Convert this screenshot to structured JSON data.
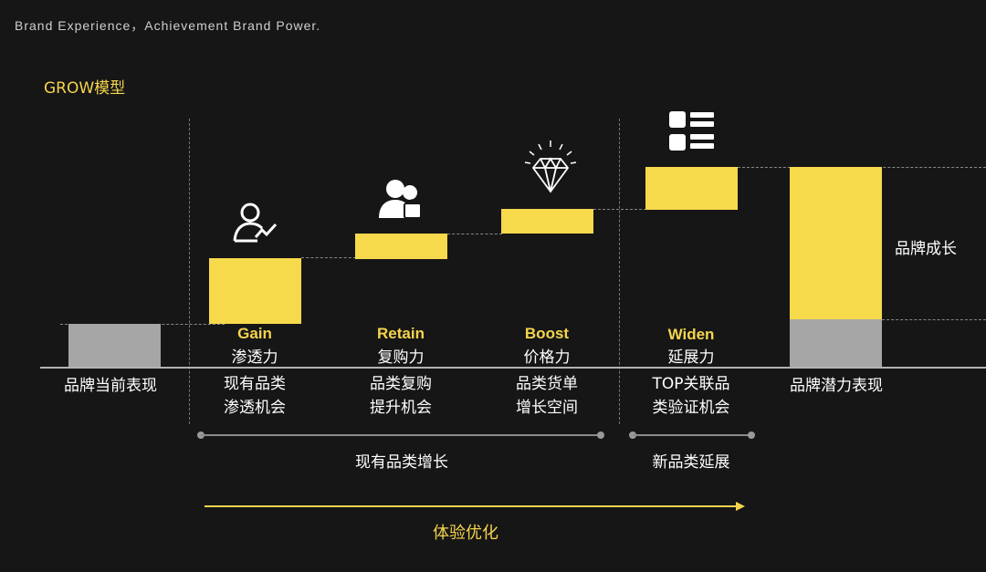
{
  "header": {
    "tagline": "Brand Experience，Achievement Brand Power.",
    "model_title": "GROW模型"
  },
  "stages": [
    {
      "en": "Gain",
      "cn": "渗透力",
      "desc": [
        "现有品类",
        "渗透机会"
      ],
      "icon": "user-chart-icon"
    },
    {
      "en": "Retain",
      "cn": "复购力",
      "desc": [
        "品类复购",
        "提升机会"
      ],
      "icon": "users-bag-icon"
    },
    {
      "en": "Boost",
      "cn": "价格力",
      "desc": [
        "品类货单",
        "增长空间"
      ],
      "icon": "diamond-icon"
    },
    {
      "en": "Widen",
      "cn": "延展力",
      "desc": [
        "TOP关联品",
        "类验证机会"
      ],
      "icon": "grid-list-icon"
    }
  ],
  "current_label": "品牌当前表现",
  "potential_label": "品牌潜力表现",
  "growth_label": "品牌成长",
  "ranges": {
    "existing": "现有品类增长",
    "new": "新品类延展"
  },
  "arrow_label": "体验优化",
  "colors": {
    "accent": "#f7d94c",
    "baseline_bar": "#a6a6a6",
    "background": "#161616"
  }
}
